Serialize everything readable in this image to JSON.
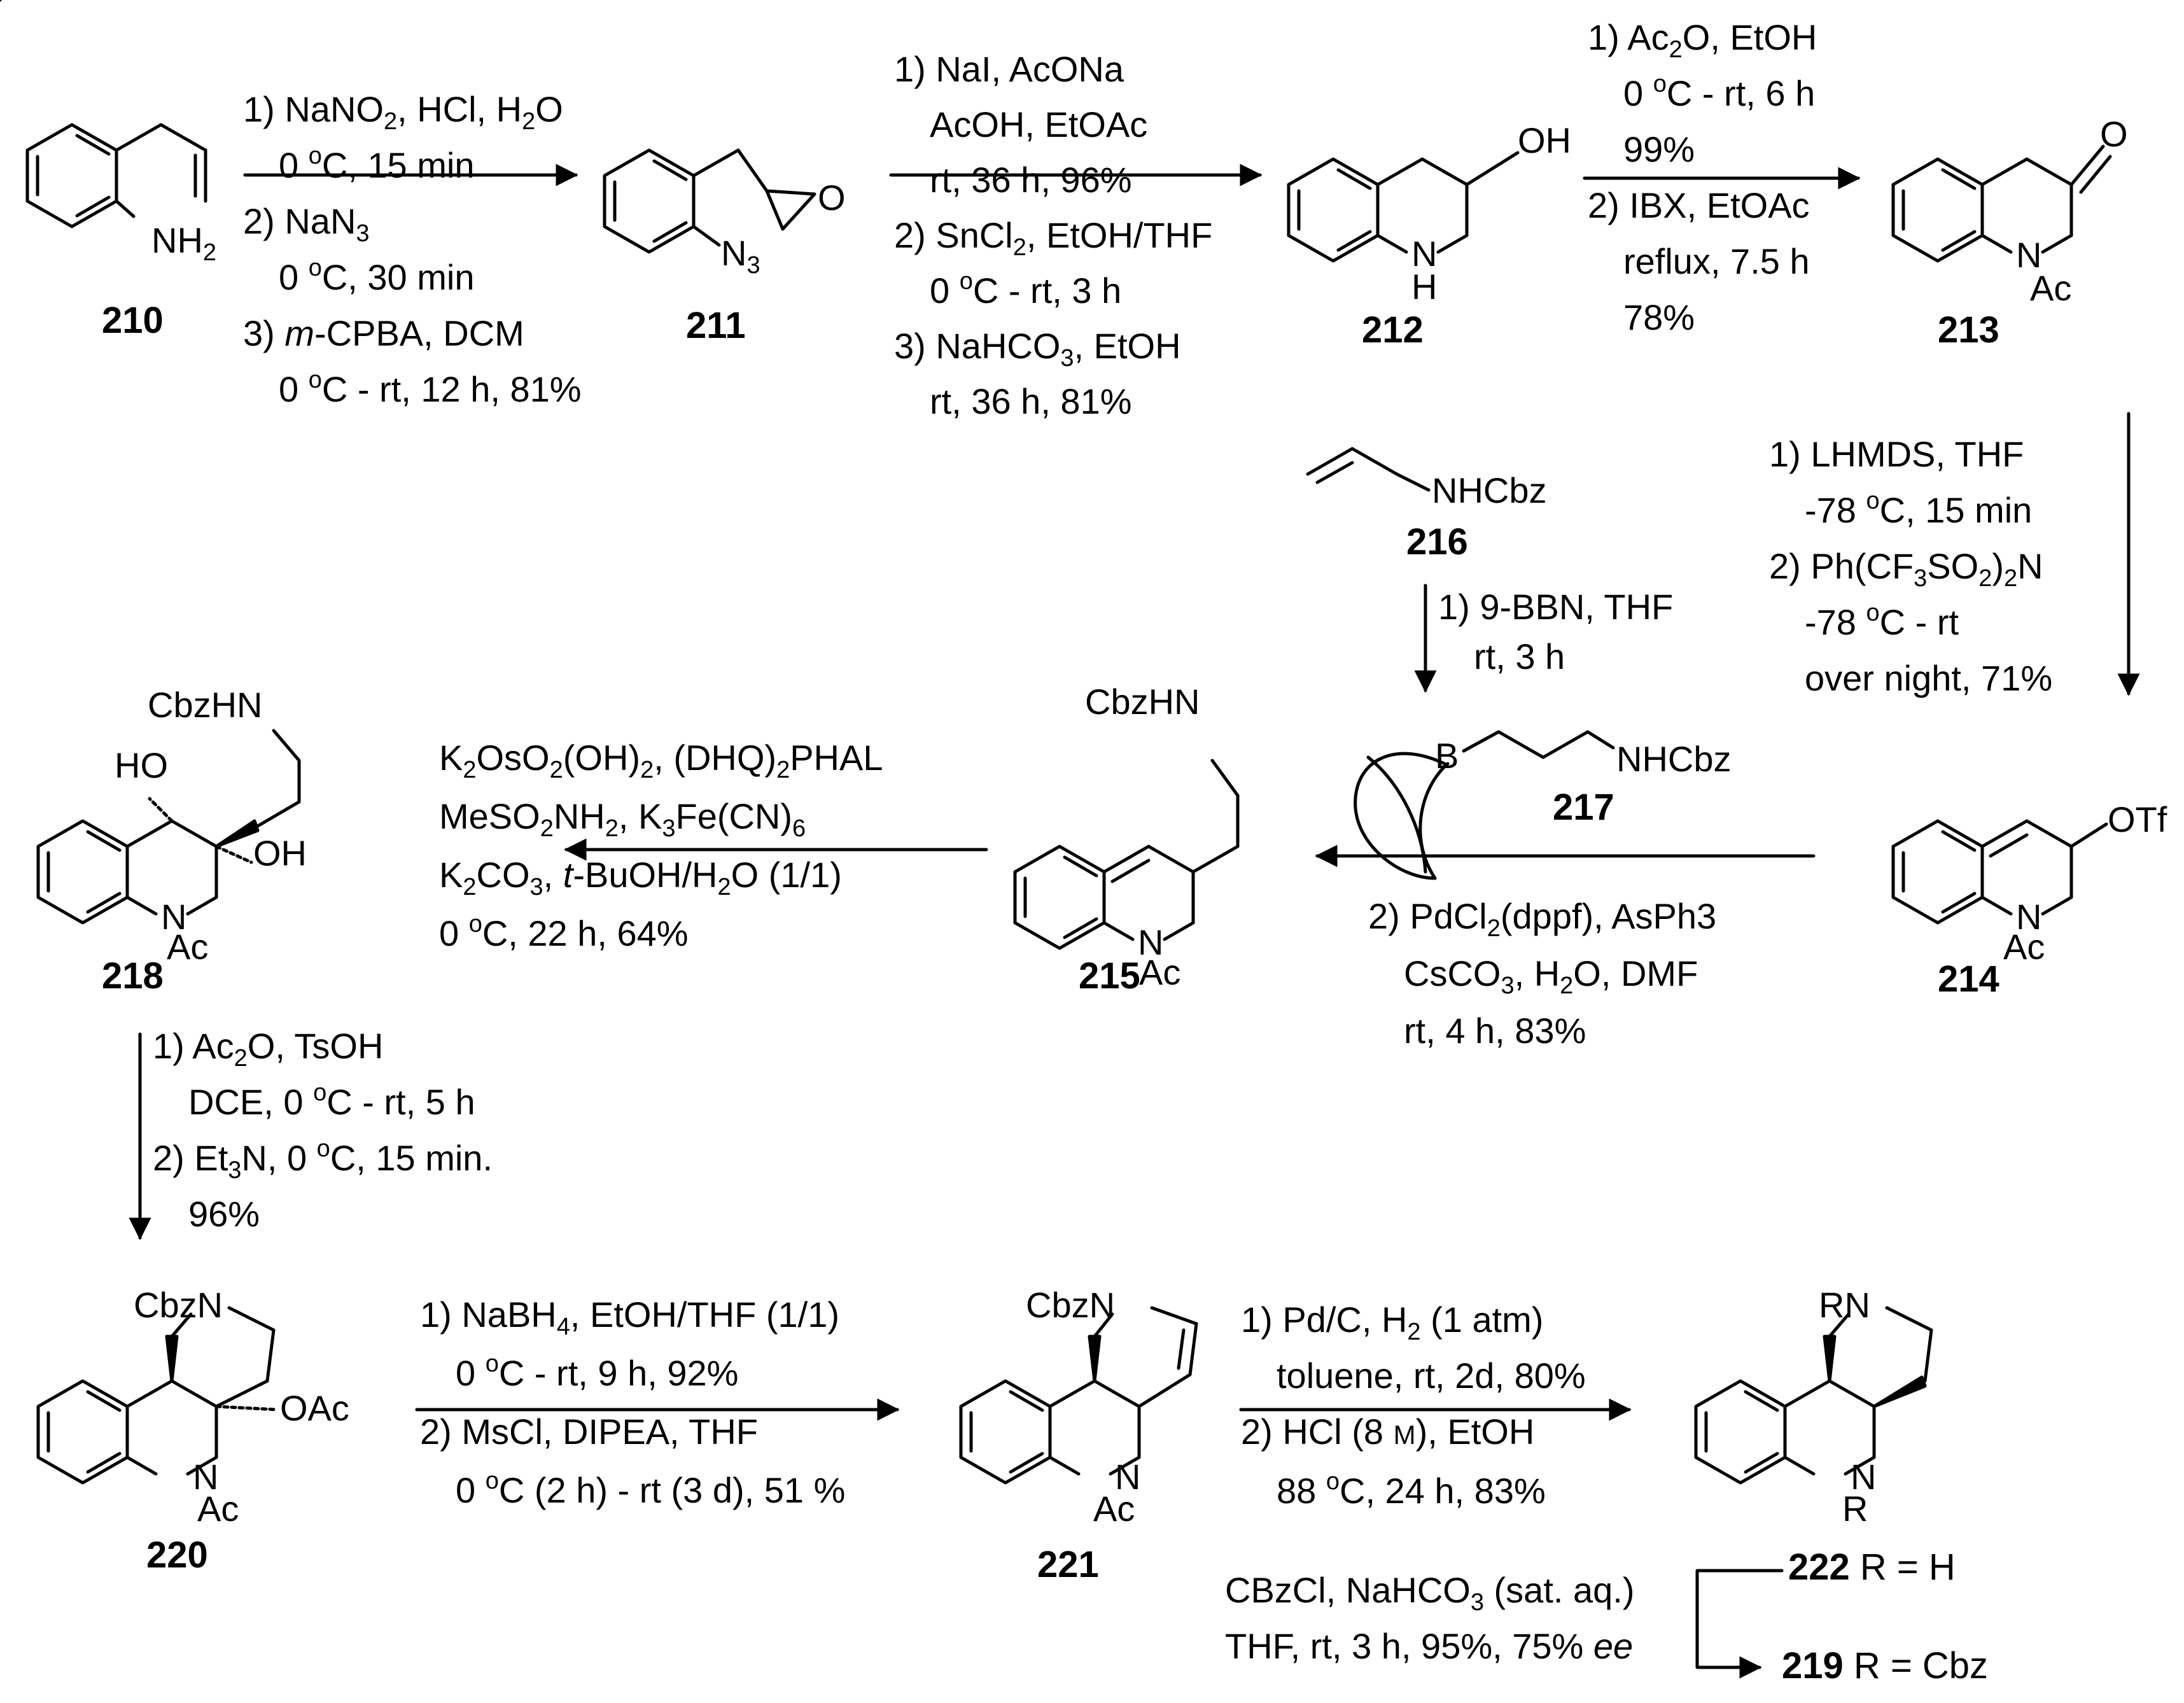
{
  "compounds": {
    "c210": "210",
    "c211": "211",
    "c212": "212",
    "c213": "213",
    "c214": "214",
    "c215": "215",
    "c216": "216",
    "c217": "217",
    "c218": "218",
    "c220": "220",
    "c221": "221",
    "c222": "222",
    "c219": "219",
    "r222": "R = H",
    "r219": "R = Cbz"
  },
  "atoms": {
    "nh2": "NH",
    "two": "2",
    "n3": "N",
    "three": "3",
    "oh": "OH",
    "nh_n": "N",
    "nh_h": "H",
    "o": "O",
    "n": "N",
    "ac": "Ac",
    "otf": "OTf",
    "nhcbz": "NHCbz",
    "b": "B",
    "cbzhn": "CbzHN",
    "ho": "HO",
    "cbzn": "CbzN",
    "oac": "OAc",
    "rn": "RN",
    "r": "R"
  },
  "conditions": {
    "s1": [
      "1) NaNO2, HCl, H2O",
      "0 oC, 15 min",
      "2) NaN3",
      "0 oC, 30 min",
      "3) m-CPBA, DCM",
      "0 oC - rt, 12 h, 81%"
    ],
    "s2": [
      "1) NaI, AcONa",
      "AcOH, EtOAc",
      "rt, 36 h, 96%",
      "2) SnCl2, EtOH/THF",
      "0 oC - rt, 3 h",
      "3) NaHCO3, EtOH",
      "rt, 36 h, 81%"
    ],
    "s3": [
      "1) Ac2O, EtOH",
      "0 oC - rt, 6 h",
      "99%",
      "2) IBX, EtOAc",
      "reflux, 7.5 h",
      "78%"
    ],
    "s4": [
      "1) LHMDS, THF",
      "-78 oC, 15 min",
      "2) Ph(CF3SO2)2N",
      "-78 oC - rt",
      "over night, 71%"
    ],
    "s5": [
      "1) 9-BBN, THF",
      "rt, 3 h"
    ],
    "s6": [
      "2) PdCl2(dppf), AsPh3",
      "CsCO3, H2O, DMF",
      "rt, 4 h, 83%"
    ],
    "s7": [
      "K2OsO2(OH)2, (DHQ)2PHAL",
      "MeSO2NH2, K3Fe(CN)6",
      "K2CO3, t-BuOH/H2O (1/1)",
      "0 oC, 22 h, 64%"
    ],
    "s8": [
      "1) Ac2O, TsOH",
      "DCE, 0 oC - rt, 5 h",
      "2) Et3N, 0 oC, 15 min.",
      "96%"
    ],
    "s9": [
      "1) NaBH4, EtOH/THF (1/1)",
      "0 oC - rt, 9 h, 92%",
      "2) MsCl, DIPEA, THF",
      "0 oC (2 h) - rt (3 d), 51 %"
    ],
    "s10": [
      "1) Pd/C, H2 (1 atm)",
      "toluene, rt, 2d, 80%",
      "2) HCl (8 M), EtOH",
      "88 oC, 24 h, 83%"
    ],
    "s11": [
      "CBzCl, NaHCO3 (sat. aq.)",
      "THF, rt, 3 h, 95%, 75% ee"
    ]
  }
}
